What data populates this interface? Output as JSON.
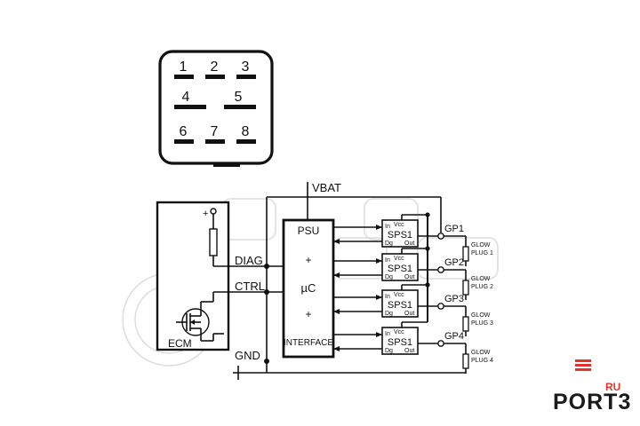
{
  "connector": {
    "pins": [
      "1",
      "2",
      "3",
      "4",
      "5",
      "6",
      "7",
      "8"
    ]
  },
  "ecm": {
    "label": "ECM",
    "supply_symbol": "+"
  },
  "signals": {
    "vbat": "VBAT",
    "diag": "DIAG",
    "ctrl": "CTRL",
    "gnd": "GND"
  },
  "controller": {
    "psu": "PSU",
    "plus_top": "+",
    "uc": "µC",
    "plus_bottom": "+",
    "interface": "INTERFACE"
  },
  "channels": [
    {
      "sps": "SPS1",
      "in": "In",
      "vcc": "Vcc",
      "dg": "Dg",
      "out": "Out",
      "gp": "GP1",
      "plug_line1": "GLOW",
      "plug_line2": "PLUG 1"
    },
    {
      "sps": "SPS1",
      "in": "In",
      "vcc": "Vcc",
      "dg": "Dg",
      "out": "Out",
      "gp": "GP2",
      "plug_line1": "GLOW",
      "plug_line2": "PLUG 2"
    },
    {
      "sps": "SPS1",
      "in": "In",
      "vcc": "Vcc",
      "dg": "Dg",
      "out": "Out",
      "gp": "GP3",
      "plug_line1": "GLOW",
      "plug_line2": "PLUG 3"
    },
    {
      "sps": "SPS1",
      "in": "In",
      "vcc": "Vcc",
      "dg": "Dg",
      "out": "Out",
      "gp": "GP4",
      "plug_line1": "GLOW",
      "plug_line2": "PLUG 4"
    }
  ],
  "watermark": {
    "brand_suffix": "RU",
    "brand_name": "PORT3"
  },
  "colors": {
    "line": "#111111",
    "watermark": "#dcdcdc",
    "brand_red": "#e5322d",
    "brand_dark": "#1a1a1a"
  }
}
